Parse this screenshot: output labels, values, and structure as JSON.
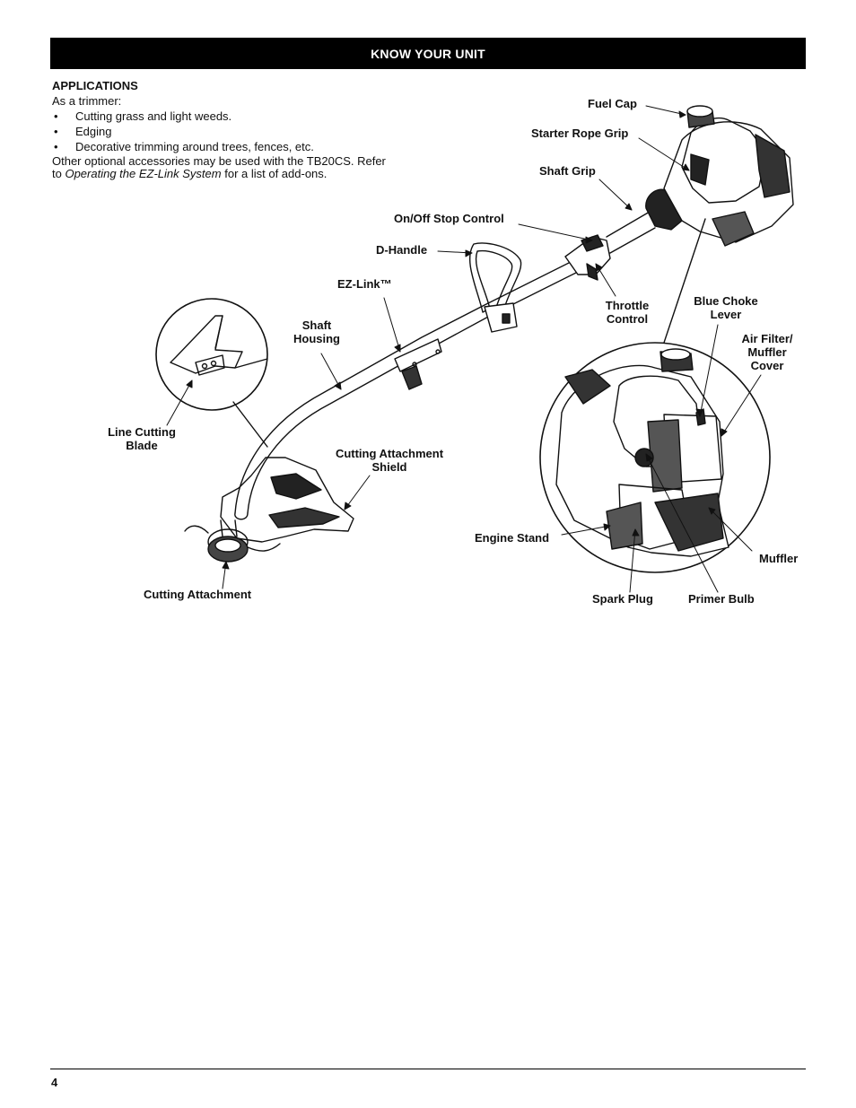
{
  "header": {
    "title": "KNOW YOUR UNIT"
  },
  "applications": {
    "heading": "APPLICATIONS",
    "intro": "As a trimmer:",
    "bullets": [
      "Cutting grass and light weeds.",
      "Edging",
      "Decorative trimming around trees, fences, etc."
    ],
    "note_part1": "Other optional accessories may be used with the TB20CS. Refer to ",
    "note_italic": "Operating the EZ-Link System",
    "note_part2": " for a list of add-ons."
  },
  "labels": {
    "fuel_cap": "Fuel Cap",
    "starter_rope_grip": "Starter Rope Grip",
    "shaft_grip": "Shaft Grip",
    "on_off_stop_control": "On/Off Stop Control",
    "d_handle": "D-Handle",
    "ez_link": "EZ-Link™",
    "throttle_control_1": "Throttle",
    "throttle_control_2": "Control",
    "blue_choke_lever_1": "Blue Choke",
    "blue_choke_lever_2": "Lever",
    "air_filter_1": "Air Filter/",
    "air_filter_2": "Muffler",
    "air_filter_3": "Cover",
    "shaft_housing_1": "Shaft",
    "shaft_housing_2": "Housing",
    "line_cutting_blade_1": "Line Cutting",
    "line_cutting_blade_2": "Blade",
    "cutting_attachment_shield_1": "Cutting Attachment",
    "cutting_attachment_shield_2": "Shield",
    "engine_stand": "Engine Stand",
    "muffler": "Muffler",
    "spark_plug": "Spark Plug",
    "primer_bulb": "Primer Bulb",
    "cutting_attachment": "Cutting Attachment"
  },
  "footer": {
    "page_number": "4"
  }
}
